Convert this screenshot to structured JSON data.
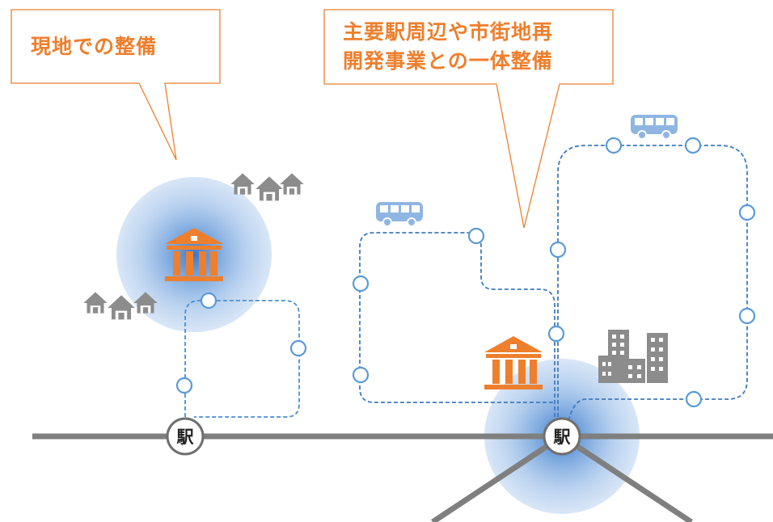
{
  "callouts": {
    "local": {
      "text": "現地での整備"
    },
    "redevelopment": {
      "lines": [
        "主要駅周辺や市街地再",
        "開発事業との一体整備"
      ]
    }
  },
  "stations": {
    "left": {
      "label": "駅"
    },
    "right": {
      "label": "駅"
    }
  },
  "icons": {
    "facility": "public-building-icon",
    "house": "house-icon",
    "bus": "bus-icon",
    "office": "office-buildings-icon"
  },
  "colors": {
    "accent": "#ee7f2d",
    "route": "#3d7bc0",
    "route_light": "#4a8fd4",
    "node_stroke": "#5a9ad6",
    "rail": "#7f7f7f",
    "house": "#8c8c8c",
    "bus": "#8fb6e2",
    "glow": "#4a86cf"
  }
}
